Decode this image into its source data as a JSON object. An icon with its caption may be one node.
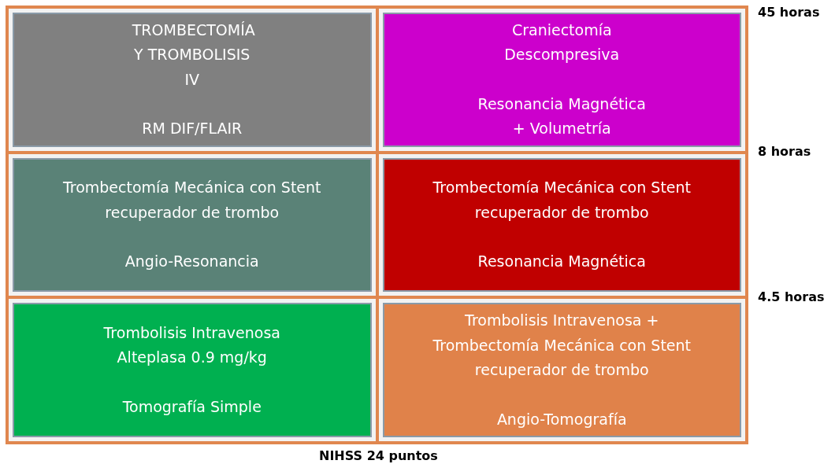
{
  "diagram": {
    "nodes": [
      {
        "text": [
          "TROMBECTOMÍA Y TROMBOLISIS IV",
          "RM DIF/FLAIR"
        ]
      },
      {
        "text": [
          "Craniectomía Descompresiva",
          "Resonancia Magnética + Volumetría"
        ]
      },
      {
        "text": [
          "Trombectomía Mecánica con Stent recuperador de trombo",
          "Angio-Resonancia"
        ]
      },
      {
        "text": [
          "Trombectomía Mecánica con Stent recuperador de trombo",
          "Resonancia Magnética"
        ]
      },
      {
        "text": [
          "Trombolisis Intravenosa Alteplasa 0.9 mg/kg",
          "Tomografía Simple"
        ]
      },
      {
        "text": [
          "Trombolisis Intravenosa + Trombectomía Mecánica con Stent recuperador de trombo",
          "Angio-Tomografía"
        ]
      }
    ],
    "edges": [],
    "labels": [
      "45 horas",
      "8 horas",
      "4.5 horas",
      "NIHSS 24 puntos"
    ]
  }
}
